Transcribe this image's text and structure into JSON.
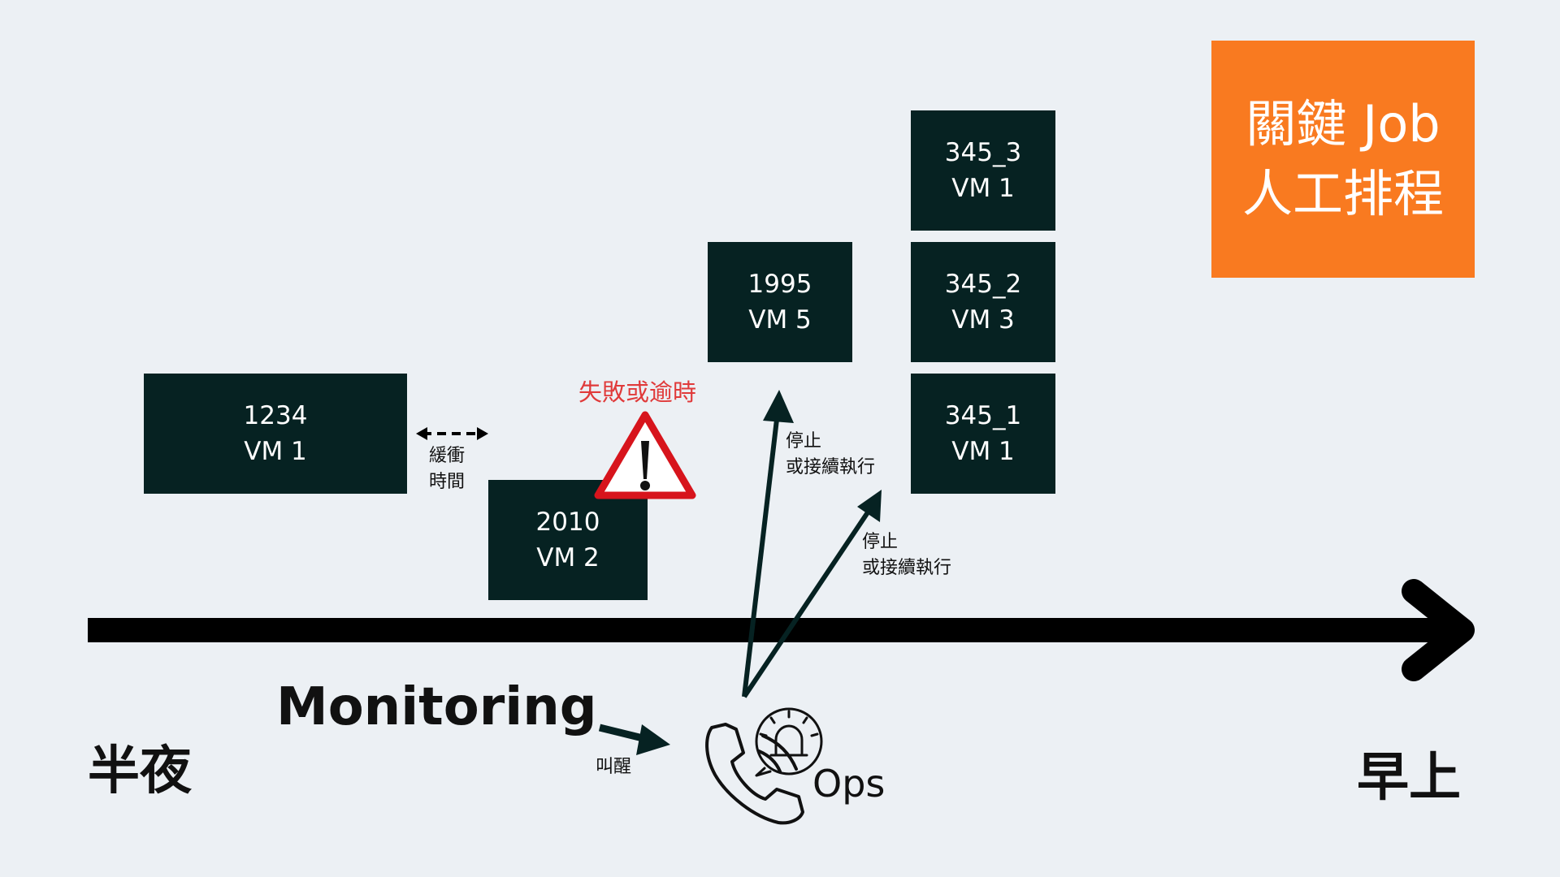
{
  "title_box": {
    "line1": "關鍵 Job",
    "line2": "人工排程"
  },
  "timeline": {
    "start_label": "半夜",
    "end_label": "早上"
  },
  "jobs": [
    {
      "id": "1234",
      "vm": "VM 1"
    },
    {
      "id": "2010",
      "vm": "VM 2"
    },
    {
      "id": "1995",
      "vm": "VM 5"
    },
    {
      "id": "345_3",
      "vm": "VM 1"
    },
    {
      "id": "345_2",
      "vm": "VM 3"
    },
    {
      "id": "345_1",
      "vm": "VM 1"
    }
  ],
  "buffer": {
    "line1": "緩衝",
    "line2": "時間"
  },
  "failure_label": "失敗或逾時",
  "action_labels": [
    {
      "line1": "停止",
      "line2": "或接續執行"
    },
    {
      "line1": "停止",
      "line2": "或接續執行"
    }
  ],
  "monitoring_label": "Monitoring",
  "wake_label": "叫醒",
  "ops_label": "Ops",
  "colors": {
    "job_bg": "#062222",
    "tag_bg": "#F97A20",
    "failure_text": "#E03A3A",
    "background": "#ECF0F4"
  }
}
